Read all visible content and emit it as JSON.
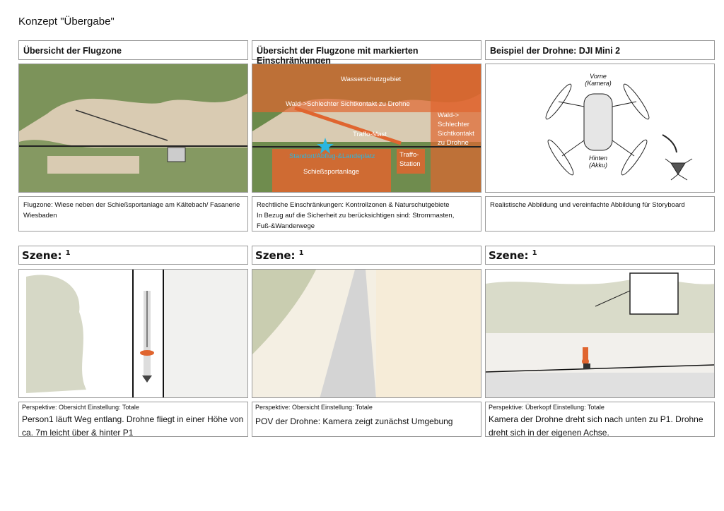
{
  "page_title": "Konzept \"Übergabe\"",
  "top_row": [
    {
      "header": "Übersicht der Flugzone",
      "caption": "Flugzone: Wiese neben der Schießsportanlage am Kältebach/ Fasanerie Wiesbaden"
    },
    {
      "header": "Übersicht der Flugzone mit markierten Einschränkungen",
      "caption_lines": [
        "Rechtliche Einschränkungen: Kontrollzonen & Naturschutgebiete",
        "In Bezug auf die Sicherheit zu berücksichtigen sind: Strommasten,",
        "Fuß-&Wanderwege"
      ],
      "map_labels": {
        "water": "Wasserschutzgebiet",
        "forest_top": "Wald->Schlechter Sichtkontakt zu Drohne",
        "mast": "Traffo-Mast",
        "forest_right": "Wald-> Schlechter Sichtkontakt zu Drohne",
        "takeoff": "Standort/Abflug-&Landeplatz",
        "station": "Traffo- Station",
        "range": "Schießsportanlage"
      },
      "colors": {
        "restriction": "#e0652f",
        "takeoff_star": "#2bb6e0"
      }
    },
    {
      "header": "Beispiel der Drohne: DJI Mini 2",
      "caption": "Realistische Abbildung und vereinfachte Abbildung für Storyboard",
      "sketch_labels": {
        "front": "Vorne (Kamera)",
        "back": "Hinten (Akku)"
      }
    }
  ],
  "scenes": [
    {
      "label": "Szene:",
      "number": "1",
      "perspective": "Perspektive: Obersicht   Einstellung: Totale",
      "description": "Person1 läuft Weg entlang. Drohne fliegt in einer Höhe von ca. 7m leicht über & hinter P1"
    },
    {
      "label": "Szene:",
      "number": "1",
      "perspective": "Perspektive: Obersicht   Einstellung: Totale",
      "description": "POV der Drohne: Kamera zeigt zunächst Umgebung"
    },
    {
      "label": "Szene:",
      "number": "1",
      "perspective": "Perspektive: Überkopf   Einstellung: Totale",
      "description": "Kamera der Drohne dreht sich nach unten zu P1. Drohne dreht sich in der eigenen Achse."
    }
  ]
}
